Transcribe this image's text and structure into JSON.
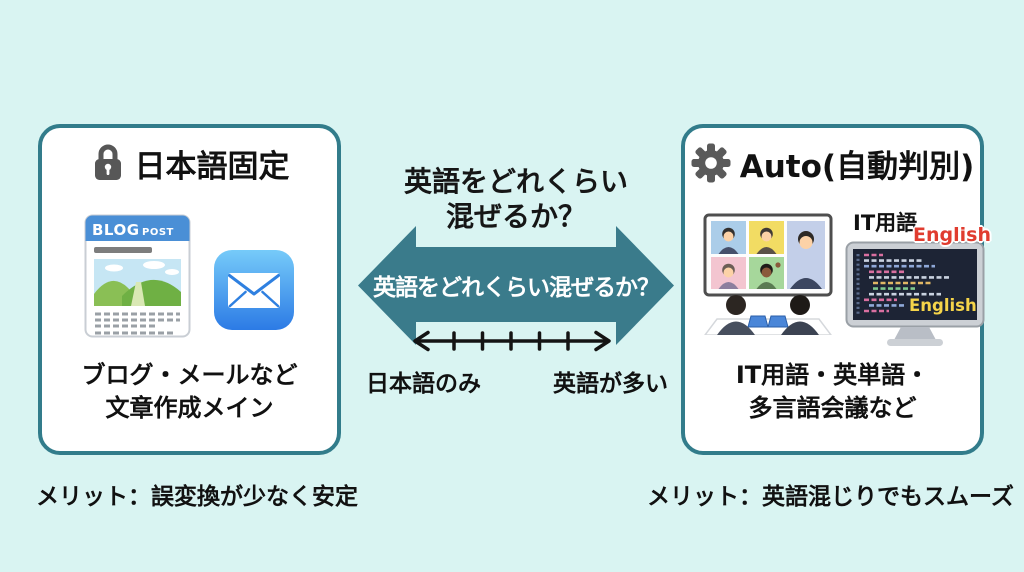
{
  "colors": {
    "background": "#d9f4f2",
    "card_border": "#327c8b",
    "arrow_fill": "#3a7b8b",
    "text": "#111111",
    "english_red": "#e03c2f",
    "english_yellow": "#f5d44a"
  },
  "left_card": {
    "icon": "lock-icon",
    "title": "日本語固定",
    "blog": {
      "label_main": "BLOG",
      "label_sub": "POST"
    },
    "caption": [
      "ブログ・メールなど",
      "文章作成メイン"
    ],
    "merit": "メリット：誤変換が少なく安定"
  },
  "right_card": {
    "icon": "gear-icon",
    "title": "Auto(自動判別)",
    "monitor": {
      "label_top": "IT用語",
      "label_red": "English",
      "label_yellow": "English"
    },
    "caption": [
      "IT用語・英単語・",
      "多言語会議など"
    ],
    "merit": "メリット：英語混じりでもスムーズ"
  },
  "center": {
    "question": [
      "英語をどれくらい",
      "混ぜるか？"
    ],
    "arrow_label": "英語をどれくらい混ぜるか？",
    "scale": {
      "left_label": "日本語のみ",
      "right_label": "英語が多い",
      "tick_count": 5
    }
  }
}
